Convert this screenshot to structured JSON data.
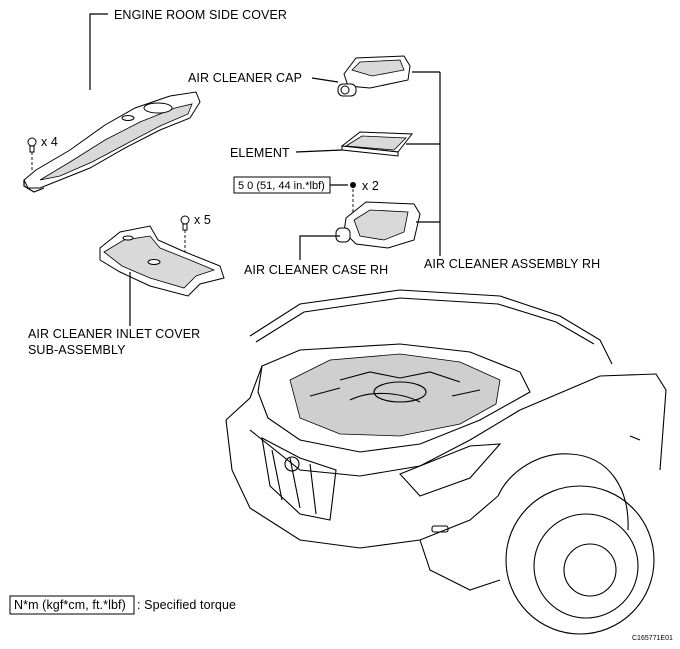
{
  "labels": {
    "engine_room_side_cover": "ENGINE ROOM SIDE COVER",
    "air_cleaner_cap": "AIR CLEANER CAP",
    "element": "ELEMENT",
    "air_cleaner_case_rh": "AIR CLEANER CASE RH",
    "air_cleaner_assembly_rh": "AIR CLEANER ASSEMBLY RH",
    "inlet_cover_line1": "AIR CLEANER INLET COVER",
    "inlet_cover_line2": "SUB-ASSEMBLY"
  },
  "quantities": {
    "side_cover_fasteners": "x 4",
    "inlet_cover_fasteners": "x 5",
    "case_fasteners": "x 2"
  },
  "torque": {
    "value": "5 0 (51, 44 in.*lbf)"
  },
  "legend": {
    "box_text": "N*m (kgf*cm, ft.*lbf)",
    "description": ": Specified torque"
  },
  "figure_id": "C165771E01"
}
